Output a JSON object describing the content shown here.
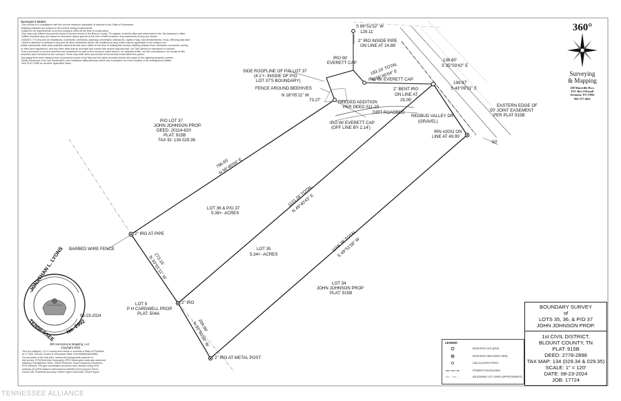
{
  "notes": {
    "title": "Surveyor's Notes:",
    "lines": [
      "-This survey is in compliance with the current minimum standards of practice in the State of Tennessee.",
      "-Building setbacks are subject to the current zoning requirements.",
      "-Subject to all requirements of current zoning in effect at the time of construction.",
      "-This map only reflects documents found of current record in the Blount County, TN register of deeds office and referenced in the Tax Assessor's office.",
      "-Utilities shown(if any) are based on structures above ground at the time of field locations. Any easements (if any) are shown.",
      "-SUBJECT TO any and all restrictions, covenants, conditions, planning commission ordinances, rights of way, and all easements, if any, affecting said land.",
      "-Owner's attention is directed to any and all deed restrictions and/or all conditions (if any) which may be applicable to the subject real",
      "estate easements, other than possible easements that were visible at the time of making this survey; building setback lines; restrictive covenants; zoning",
      "or other land regulations; and any other facts that an accurate and current title search may disclose. No Title Opinion is expressed or implied.",
      "-Every document of record reviewed and considered as part of this survey is noted hereon. No abstract of title, nor title commitment, nor results of title",
      "searches were furnished to the surveyor. There may exist other documents of record that would affect this parcel.",
      "-Boundary lines were retraced from monuments found in the field and the latest recorded deeds and maps of the adjoining property owners.",
      "-Notify Tennessee One-Call System(811) and individual utility authority before any excavation for exact location of all underground utilities.",
      "-See PLAT 915B for all other applicable notes."
    ]
  },
  "company": {
    "logo_number": "360°",
    "name_line1": "Surveying",
    "name_line2": "& Mapping",
    "address_lines": [
      "209 Maryville Hwy.",
      "P.O. Box 554-mail",
      "Seymour, TN 37865",
      "865-577-4611"
    ]
  },
  "title_block": {
    "lines_top": [
      "BOUNDARY SURVEY",
      "of",
      "LOTS 35, 36, & P/O 37",
      "JOHN JOHNSON PROP."
    ],
    "lines_bottom": [
      "1st CIVIL DISTRICT,",
      "BLOUNT COUNTY, TN",
      "PLAT: 915B",
      "DEED: 2778-2898",
      "TAX MAP: 134 (029.34 & 029.35)",
      "SCALE: 1\" = 120'",
      "DATE: 08-23-2024",
      "JOB: 17724"
    ]
  },
  "legend": {
    "title": "LEGEND:",
    "items": [
      "IRON ROD OLD (IRO)",
      "IRON ROD NEW #2002 (IRN)",
      "CALCULATED POINT",
      "POWER POLES/LINES",
      "ADJOINING LOT LINES (APPROXIMATE)"
    ]
  },
  "labels": {
    "bearing_top": "S 89°51'52\" W",
    "dist_top": "129.11'",
    "iro_inside_pipe": "2\" IRO INSIDE PIPE",
    "iro_inside_pipe2": "ON LINE AT 24.88'",
    "iro_w_everett_cap_top": "IRO W/",
    "iro_w_everett_cap_top2": "EVERETT CAP",
    "side_roofline": "SIDE ROOFLINE OF P/O LOT 37",
    "side_roofline2": "(4.1'+- INSIDE OF P/O",
    "side_roofline3": "LOT 37'S BOUNDARY)",
    "total_183": "183.19' TOTAL",
    "bearing_183": "N 56°40'04\" E",
    "iro_everett_mid": "IRO W/ EVERETT CAP",
    "fence_beehives": "FENCE AROUND BEEHIVES",
    "bearing_n18": "N 18°05'11\" W",
    "dist_7327": "73.27'",
    "deeded_addition": "DEEDED ADDITION",
    "deeded_addition2": "PER DEED 511-20",
    "dirt_roadbed": "DIRT ROADBED",
    "iro_everett_low": "IRO W/ EVERETT CAP",
    "iro_everett_low2": "(OFF LINE BY 2.14')",
    "bent_iro": "2\" BENT IRO",
    "bent_iro2": "ON LINE AT",
    "bent_iro3": "25.09'",
    "dist_13880": "138.80'",
    "bearing_s35": "S 35°03'42\" E",
    "dist_19997": "199.97'",
    "bearing_s43": "S 43°09'31\" E",
    "eastern_edge": "EASTERN EDGE OF",
    "eastern_edge2": "50' JOINT EASEMENT",
    "eastern_edge3": "PER PLAT 915B",
    "redbud": "REDBUD VALLEY DR",
    "redbud2": "(GRAVEL)",
    "irn_2002": "IRN #2002 ON",
    "irn_2002b": "LINE AT 49.95'",
    "lot37_a": "P/O LOT 37",
    "lot37_b": "JOHN JOHNSON PROP.",
    "lot37_c": "DEED: 20114-820",
    "lot37_d": "PLAT: 915B",
    "lot37_e": "TAX ID: 134 029.36",
    "dist_79665": "796.65'",
    "bearing_79665": "N 56°40'04\" E",
    "total_1121": "1121.26' TOTAL",
    "bearing_1121": "N 49°40'43\" E",
    "lot36_a": "LOT 36 & P/O 37",
    "lot36_b": "5.38+- ACRES",
    "iro_at_pipe": "2\" IRO AT PIPE",
    "barbed_wire": "BARBED WIRE FENCE",
    "dist_27316": "273.16'",
    "bearing_27316": "N 33°01'11\" W",
    "lot35_a": "LOT 35",
    "lot35_b": "5.34+- ACRES",
    "total_1158": "1158.78' TOTAL",
    "bearing_1158": "S 49°51'58\" W",
    "lot34_a": "LOT 34",
    "lot34_b": "JOHN JOHNSON PROP",
    "lot34_c": "PLAT: 915B",
    "lot9_a": "LOT 9",
    "lot9_b": "P H CARDWELL PROP.",
    "lot9_c": "PLAT: 504A",
    "iro_mid": "2\" IRO",
    "dist_20999": "209.99'",
    "bearing_20999": "N 32°40'09\" W",
    "iro_metal_post": "2\" IRO AT METAL POST",
    "dim_50": "50'"
  },
  "seal": {
    "name_top": "JONATHAN L. LYONS",
    "state": "TENNESSEE",
    "reg": "No. 2992",
    "date": "08-23-2024"
  },
  "copyright": {
    "company": "360 Surveying & Mapping, LLC",
    "text": "Copyright 2024"
  },
  "seal_notes": [
    "This is a category 1 & IV survey and meets or exceeds a Ratio of Precision",
    "of 1:7,500. Survey Control is Tennessee State Grid NAD83(NAVD88).",
    "For purposes of the plat plan, names and topographic aspects of",
    "this survey: RTK(Real-time Kinematic) GPS Observation data was observed",
    "utilizing a Hemisphere S631, GNSS Receiver, Dual Frequency Receivers,",
    "RTN network. The grid coordinates as shown were derived using VRS",
    "network of CORS stations referenced to NAD83 (2011) (Epoch 2010),",
    "Geoid 12B. Positional accuracy 10mm+1ppm horizontal, 15mm+1ppm"
  ],
  "watermark": "TENNESSEE ALLIANCE"
}
